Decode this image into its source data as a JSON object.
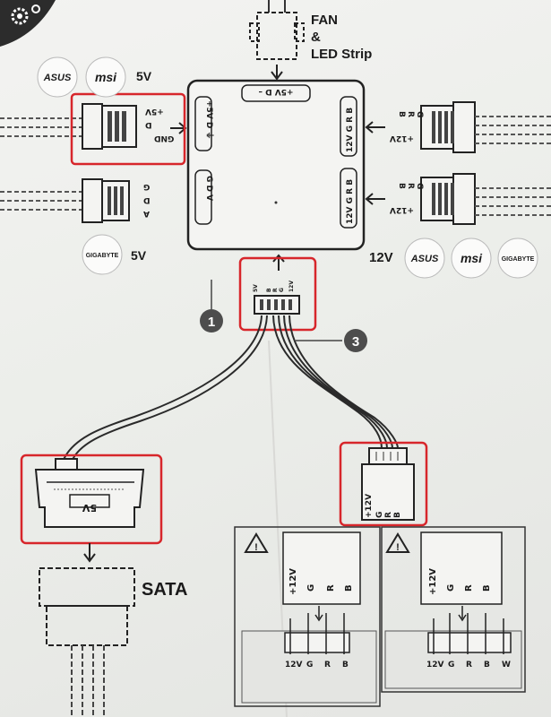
{
  "top": {
    "fan_label_1": "FAN",
    "fan_label_2": "&",
    "fan_label_3": "LED Strip"
  },
  "hub": {
    "top_connector": "+5V  D  –",
    "left_top_pins": "+5V D ⏚",
    "left_bottom_pins": "G D V",
    "right_top_pins": "12V G R B",
    "right_bottom_pins": "12V G R B",
    "bottom_pins": [
      "5V",
      "B",
      "R",
      "G",
      "12V"
    ]
  },
  "left_top": {
    "brands": [
      "ASUS",
      "msi"
    ],
    "voltage": "5V",
    "connector_pins": [
      "+5V",
      "D",
      "GND"
    ]
  },
  "left_bottom": {
    "brands": [
      "GIGABYTE"
    ],
    "voltage": "5V",
    "connector_pins": [
      "G",
      "D",
      "A"
    ]
  },
  "right": {
    "brands": [
      "ASUS",
      "msi",
      "GIGABYTE"
    ],
    "voltage": "12V",
    "connector_pins": [
      "+12V",
      "G",
      "R",
      "B"
    ]
  },
  "callouts": {
    "one": "1",
    "three": "3"
  },
  "sata": {
    "connector_mark": "5V",
    "label": "SATA"
  },
  "rgb_plug": {
    "pins": [
      "+12V",
      "G",
      "R",
      "B"
    ]
  },
  "panels": {
    "left": {
      "warning": "!",
      "card_pins": [
        "+12V",
        "G",
        "R",
        "B"
      ],
      "header_pins": [
        "12V",
        "G",
        "R",
        "B"
      ]
    },
    "right": {
      "warning": "!",
      "card_pins": [
        "+12V",
        "G",
        "R",
        "B"
      ],
      "header_pins": [
        "12V",
        "G",
        "R",
        "B",
        "W"
      ]
    }
  },
  "colors": {
    "highlight": "#d7262b",
    "ink": "#1a1a1a",
    "paper": "#f0f0ee"
  }
}
